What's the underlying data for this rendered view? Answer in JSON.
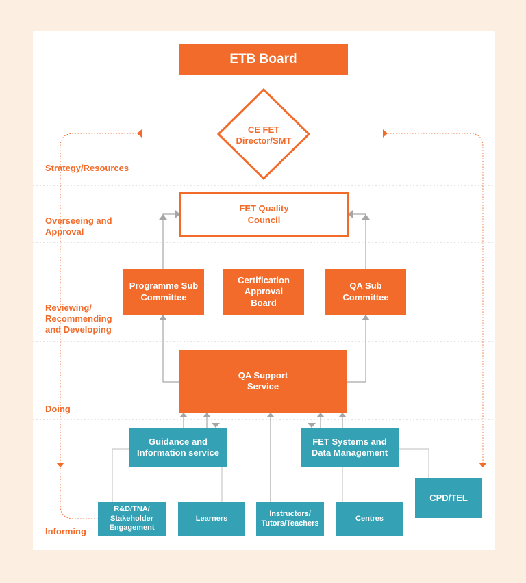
{
  "colors": {
    "background": "#fdeee2",
    "orange": "#f26b2b",
    "teal": "#34a1b5",
    "arrow_grey": "#a6a6a6"
  },
  "nodes": {
    "etb_board": "ETB Board",
    "ce_fet": "CE FET Director/SMT",
    "quality_council": "FET Quality Council",
    "programme_sub": "Programme Sub Committee",
    "certification": "Certification Approval Board",
    "qa_sub": "QA Sub Committee",
    "qa_support": "QA Support Service",
    "guidance": "Guidance and Information service",
    "fet_systems": "FET Systems and Data Management",
    "cpd_tel": "CPD/TEL",
    "rd_tna": "R&D/TNA/ Stakeholder Engagement",
    "learners": "Learners",
    "instructors": "Instructors/ Tutors/Teachers",
    "centres": "Centres"
  },
  "levels": {
    "strategy": "Strategy/Resources",
    "overseeing": "Overseeing and Approval",
    "reviewing": "Reviewing/ Recommending and Developing",
    "doing": "Doing",
    "informing": "Informing"
  }
}
